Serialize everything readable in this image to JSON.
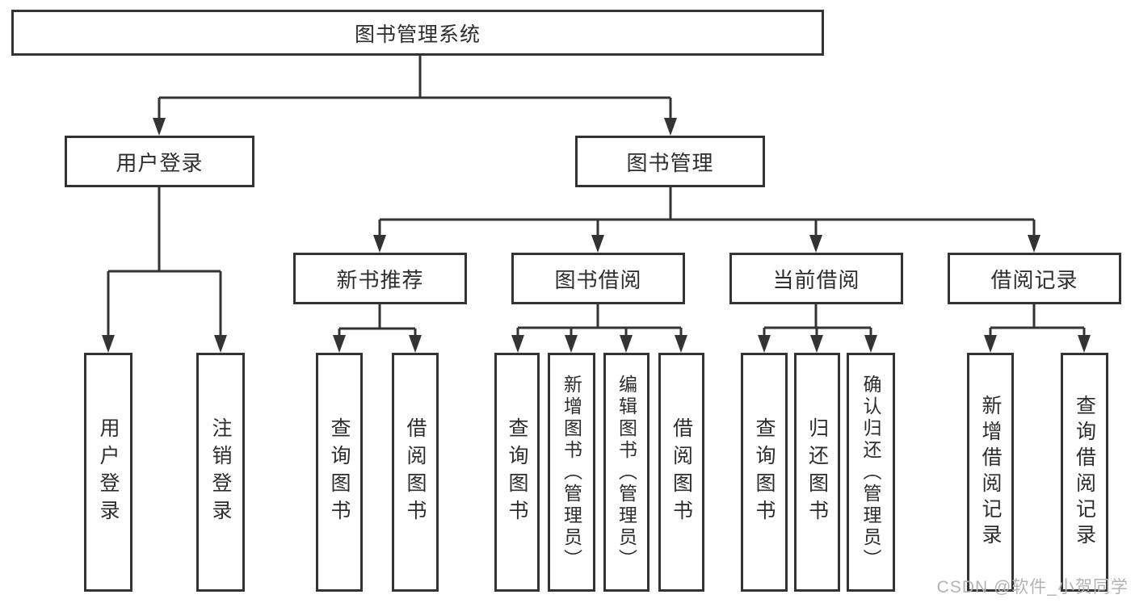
{
  "diagram_title": "图书管理系统",
  "tree": {
    "root": {
      "label": "图书管理系统",
      "children": [
        {
          "label": "用户登录",
          "children": [
            {
              "label": "用户登录"
            },
            {
              "label": "注销登录"
            }
          ]
        },
        {
          "label": "图书管理",
          "children": [
            {
              "label": "新书推荐",
              "children": [
                {
                  "label": "查询图书"
                },
                {
                  "label": "借阅图书"
                }
              ]
            },
            {
              "label": "图书借阅",
              "children": [
                {
                  "label": "查询图书"
                },
                {
                  "label": "新增图书（管理员）"
                },
                {
                  "label": "编辑图书（管理员）"
                },
                {
                  "label": "借阅图书"
                }
              ]
            },
            {
              "label": "当前借阅",
              "children": [
                {
                  "label": "查询图书"
                },
                {
                  "label": "归还图书"
                },
                {
                  "label": "确认归还（管理员）"
                }
              ]
            },
            {
              "label": "借阅记录",
              "children": [
                {
                  "label": "新增借阅记录"
                },
                {
                  "label": "查询借阅记录"
                }
              ]
            }
          ]
        }
      ]
    }
  },
  "colors": {
    "line": "#333333",
    "text": "#2d2d2d",
    "background": "#ffffff",
    "watermark": "#b3b3b3"
  },
  "watermark": {
    "text": "CSDN @软件_小贺同学"
  }
}
